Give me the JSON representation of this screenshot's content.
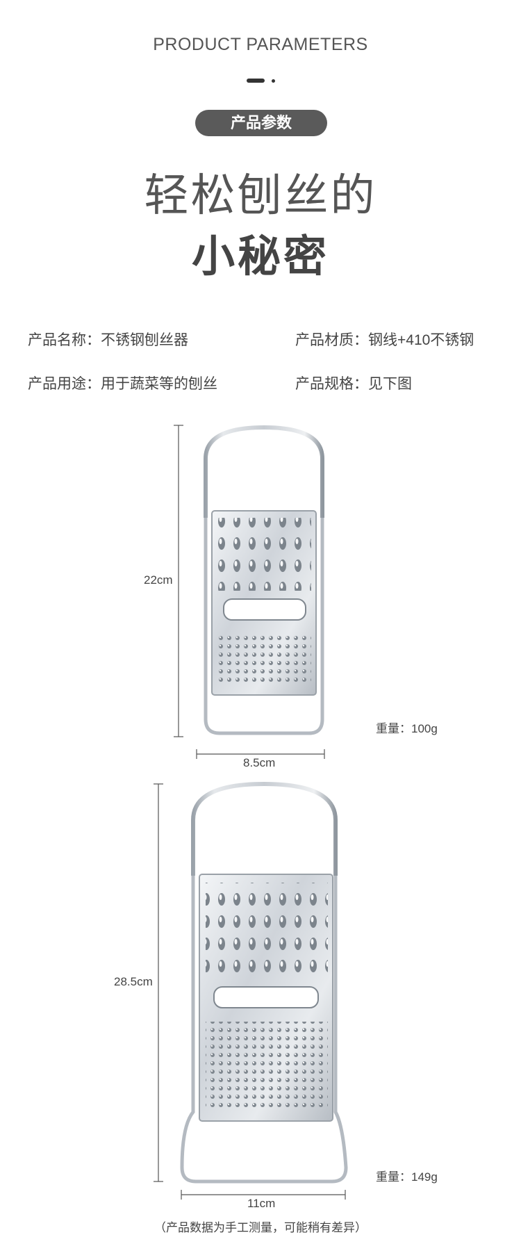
{
  "header": {
    "english_title": "PRODUCT PARAMETERS",
    "pill_label": "产品参数",
    "title_line1": "轻松刨丝的",
    "title_line2": "小秘密"
  },
  "params": [
    {
      "label": "产品名称：",
      "value": "不锈钢刨丝器"
    },
    {
      "label": "产品材质：",
      "value": "钢线+410不锈钢"
    },
    {
      "label": "产品用途：",
      "value": "用于蔬菜等的刨丝"
    },
    {
      "label": "产品规格：",
      "value": "见下图"
    }
  ],
  "products": [
    {
      "height_label": "22cm",
      "width_label": "8.5cm",
      "weight": "重量：100g"
    },
    {
      "height_label": "28.5cm",
      "width_label": "11cm",
      "weight": "重量：149g"
    }
  ],
  "footnote": "（产品数据为手工测量，可能稍有差异）",
  "colors": {
    "accent": "#5a5a5a",
    "text": "#444444",
    "steel": "#c9ced4",
    "steel_dark": "#8e959d"
  }
}
